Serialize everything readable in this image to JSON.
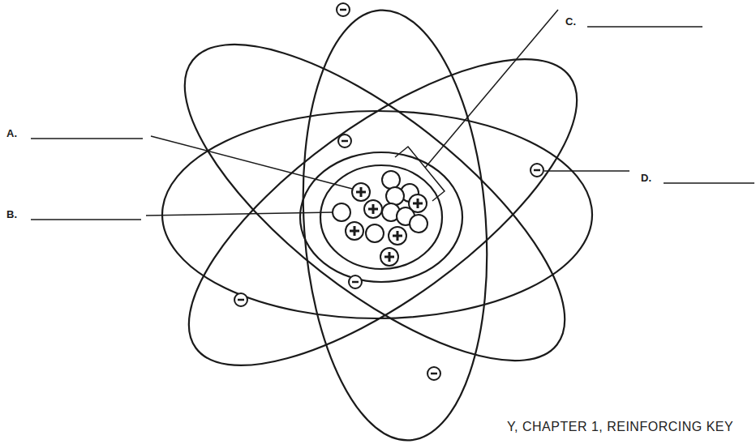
{
  "diagram": {
    "labels": [
      "A.",
      "B.",
      "C.",
      "D.",
      "Y, CHAPTER 1, REINFORCING KEY"
    ]
  }
}
